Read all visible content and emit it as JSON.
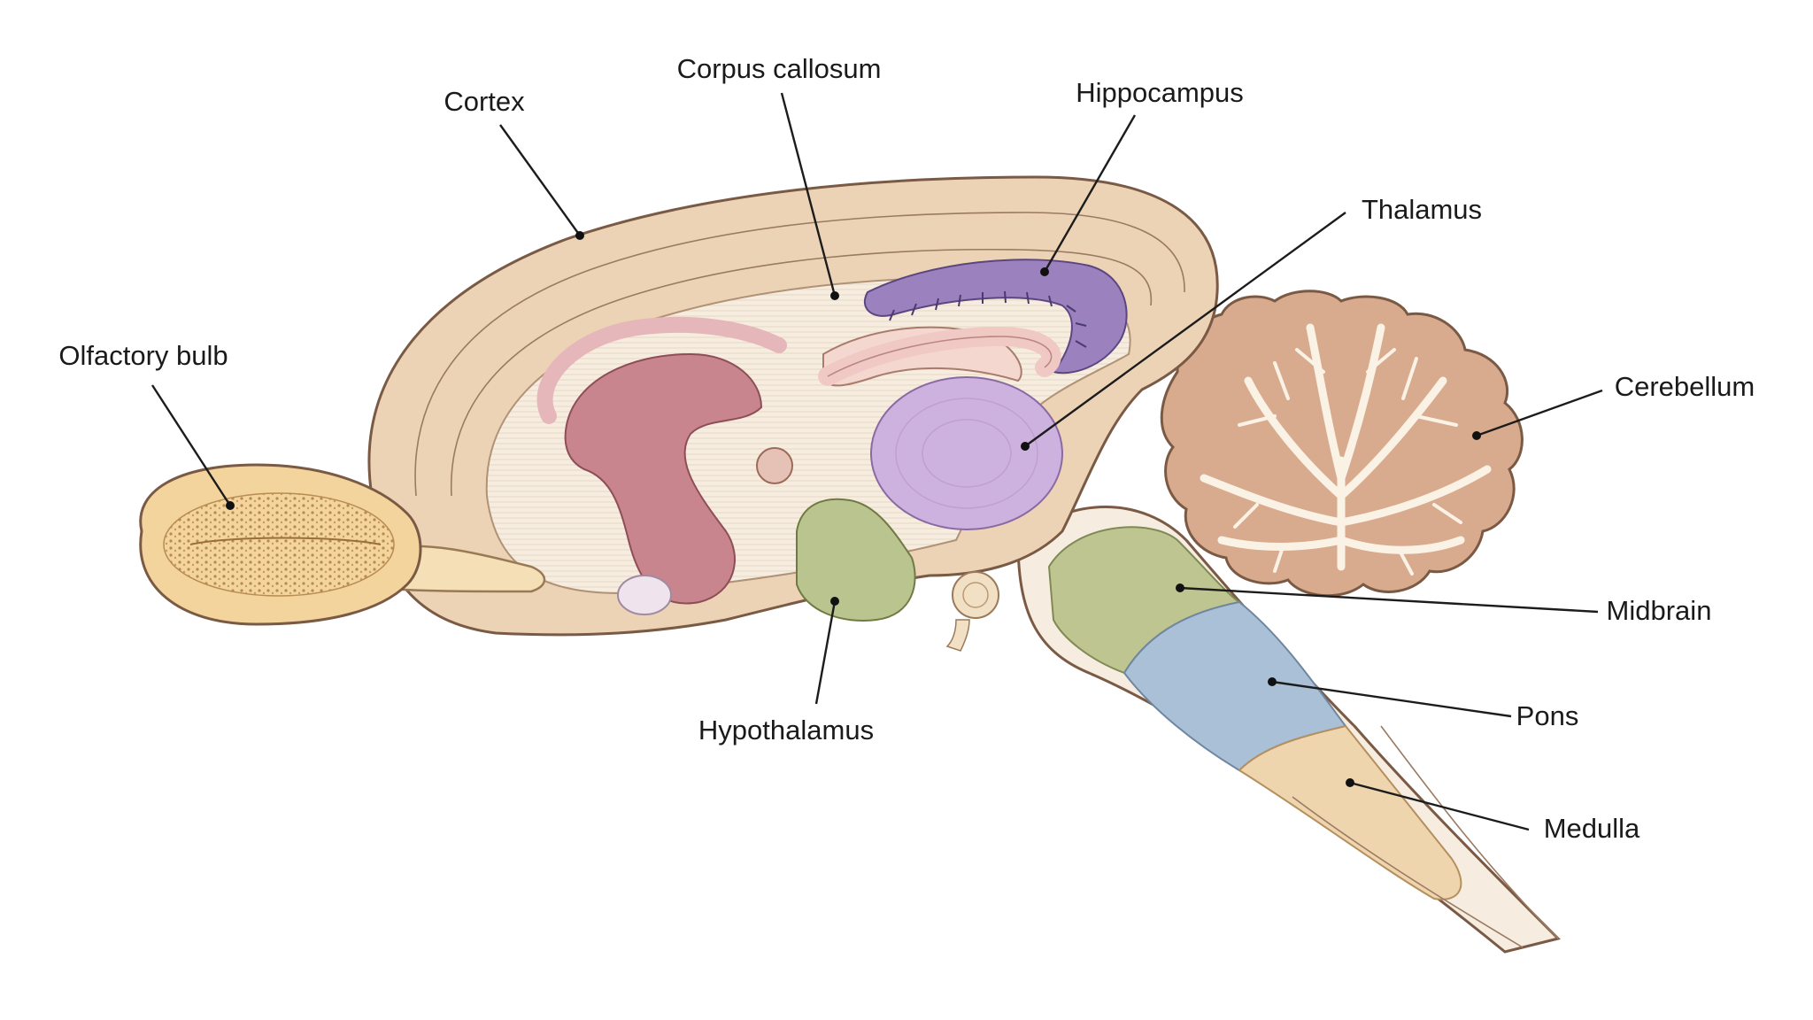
{
  "diagram": {
    "labels": {
      "cortex": "Cortex",
      "corpus_callosum": "Corpus callosum",
      "hippocampus": "Hippocampus",
      "thalamus": "Thalamus",
      "olfactory_bulb": "Olfactory bulb",
      "cerebellum": "Cerebellum",
      "midbrain": "Midbrain",
      "pons": "Pons",
      "medulla": "Medulla",
      "hypothalamus": "Hypothalamus"
    },
    "colors": {
      "cortex": "#ecd3b6",
      "white_matter": "#f6ede0",
      "hippocampus": "#9b82bf",
      "thalamus": "#cdb1de",
      "striatum": "#c9858e",
      "hypothalamus": "#b9c48f",
      "midbrain": "#bfc591",
      "pons": "#a9c0d6",
      "medulla": "#efd5ae",
      "olfactory_bulb": "#f2d49c",
      "cerebellum": "#d9ab8e"
    }
  }
}
